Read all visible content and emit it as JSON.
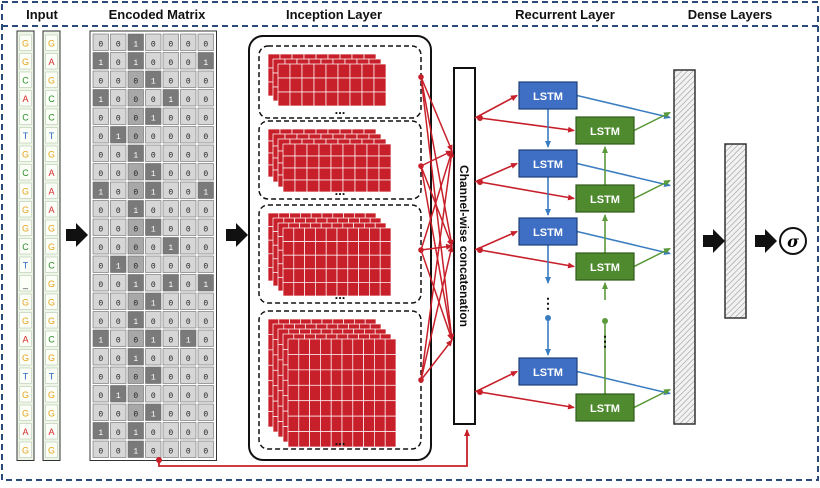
{
  "headers": {
    "input": "Input",
    "encoded": "Encoded Matrix",
    "inception": "Inception Layer",
    "recurrent": "Recurrent Layer",
    "dense": "Dense Layers"
  },
  "sequence_a": [
    "G",
    "G",
    "C",
    "A",
    "C",
    "T",
    "G",
    "C",
    "G",
    "G",
    "G",
    "C",
    "T",
    "_",
    "G",
    "G",
    "A",
    "G",
    "T",
    "G",
    "G",
    "A",
    "G"
  ],
  "sequence_b": [
    "G",
    "A",
    "G",
    "C",
    "C",
    "T",
    "G",
    "A",
    "A",
    "A",
    "G",
    "G",
    "C",
    "G",
    "G",
    "G",
    "C",
    "G",
    "T",
    "G",
    "G",
    "A",
    "G"
  ],
  "base_colors": {
    "G": "#e7a21a",
    "A": "#d62a2a",
    "C": "#2e8b2e",
    "T": "#2b6bc4",
    "_": "#333333"
  },
  "matrix": [
    [
      0,
      0,
      1,
      0,
      0,
      0,
      0
    ],
    [
      1,
      0,
      1,
      0,
      0,
      0,
      1
    ],
    [
      0,
      0,
      0,
      1,
      0,
      0,
      0
    ],
    [
      1,
      0,
      0,
      0,
      1,
      0,
      0
    ],
    [
      0,
      0,
      0,
      1,
      0,
      0,
      0
    ],
    [
      0,
      1,
      0,
      0,
      0,
      0,
      0
    ],
    [
      0,
      0,
      1,
      0,
      0,
      0,
      0
    ],
    [
      0,
      0,
      0,
      1,
      0,
      0,
      0
    ],
    [
      1,
      0,
      0,
      1,
      0,
      0,
      1
    ],
    [
      0,
      0,
      1,
      0,
      0,
      0,
      0
    ],
    [
      0,
      0,
      0,
      1,
      0,
      0,
      0
    ],
    [
      0,
      0,
      0,
      0,
      1,
      0,
      0
    ],
    [
      0,
      1,
      0,
      0,
      0,
      0,
      0
    ],
    [
      0,
      0,
      1,
      0,
      1,
      0,
      1
    ],
    [
      0,
      0,
      0,
      1,
      0,
      0,
      0
    ],
    [
      0,
      0,
      1,
      0,
      0,
      0,
      0
    ],
    [
      1,
      0,
      0,
      1,
      0,
      1,
      0
    ],
    [
      0,
      0,
      1,
      0,
      0,
      0,
      0
    ],
    [
      0,
      0,
      0,
      1,
      0,
      0,
      0
    ],
    [
      0,
      1,
      0,
      0,
      0,
      0,
      0
    ],
    [
      0,
      0,
      0,
      1,
      0,
      0,
      0
    ],
    [
      1,
      0,
      1,
      0,
      0,
      0,
      0
    ],
    [
      0,
      0,
      1,
      0,
      0,
      0,
      0
    ]
  ],
  "inception_ellipsis": "...",
  "concat_label": "Channel-wise concatenation",
  "lstm_label": "LSTM",
  "lstm_ellipsis": "⋮",
  "sigma": "σ",
  "colors": {
    "red": "#c8202a",
    "blue_cell": "#3e6fc4",
    "green_cell": "#4f8a2f",
    "blue_arrow": "#3a7cc0",
    "green_arrow": "#5a9a3a",
    "border": "#2a4a7a"
  }
}
